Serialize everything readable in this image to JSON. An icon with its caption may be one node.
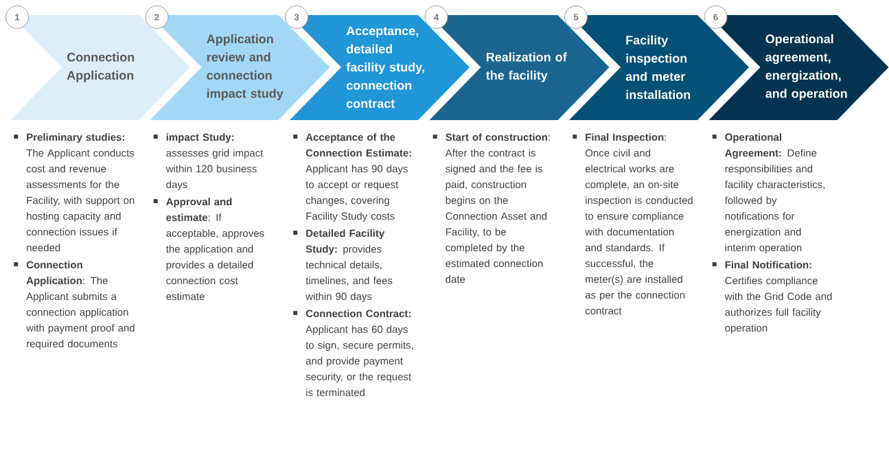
{
  "diagram": {
    "nodes": [
      {
        "text": [
          "1"
        ]
      },
      {
        "text": [
          "Connection Application"
        ],
        "beside": [
          "**Preliminary studies:** The Applicant conducts cost and revenue assessments for the Facility, with support on hosting capacity and connection issues if needed",
          "**Connection Application**: The Applicant submits a connection application with payment proof and required documents"
        ]
      },
      {
        "text": [
          "2"
        ]
      },
      {
        "text": [
          "Application review and connection impact study"
        ],
        "beside": [
          "**impact Study:** assesses grid impact within 120 business days",
          "**Approval and estimate**: If acceptable, approves the application and provides a detailed connection cost estimate"
        ]
      },
      {
        "text": [
          "3"
        ]
      },
      {
        "text": [
          "Acceptance, detailed facility study, connection contract"
        ],
        "beside": [
          "**Acceptance of the Connection Estimate:** Applicant has 90 days to accept or request changes, covering Facility Study costs",
          "**Detailed Facility Study:** provides technical details, timelines, and fees within 90 days",
          "**Connection Contract:** Applicant has 60 days to sign, secure permits, and provide payment security, or the request is terminated"
        ]
      },
      {
        "text": [
          "4"
        ]
      },
      {
        "text": [
          "Realization of the facility"
        ],
        "beside": [
          "**Start of construction**: After the contract is signed and the fee is paid, construction begins on the Connection Asset and Facility, to be completed by the estimated connection date"
        ]
      },
      {
        "text": [
          "5"
        ]
      },
      {
        "text": [
          "Facility inspection and meter installation"
        ],
        "beside": [
          "**Final Inspection**: Once civil and electrical works are complete, an on-site inspection is conducted to ensure compliance with documentation and standards. If successful, the meter(s) are installed as per the connection contract"
        ]
      },
      {
        "text": [
          "6"
        ]
      },
      {
        "text": [
          "Operational agreement, energization, and operation"
        ],
        "beside": [
          "**Operational Agreement:** Define responsibilities and facility characteristics, followed by notifications for energization and interim operation",
          "**Final Notification:** Certifies compliance with the Grid Code and authorizes full facility operation"
        ]
      }
    ],
    "edges": []
  }
}
